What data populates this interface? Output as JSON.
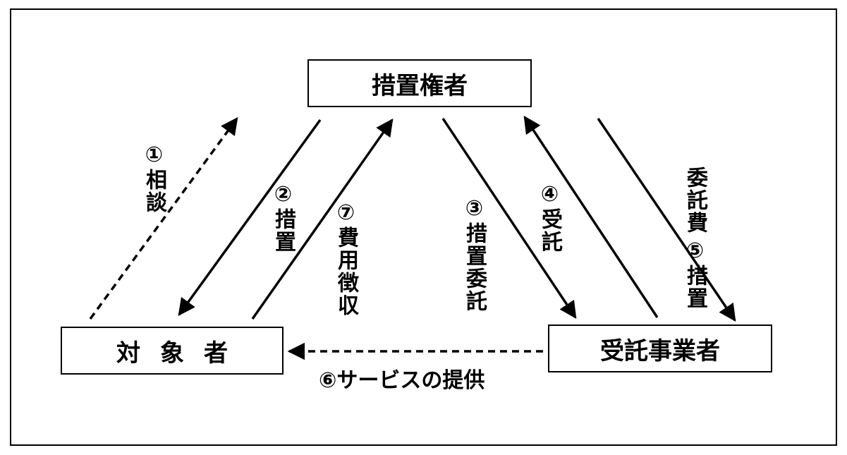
{
  "nodes": {
    "authority": "措置権者",
    "subject": "対象者",
    "contractor": "受託事業者"
  },
  "labels": {
    "l1": "①相談",
    "l2": "②措置",
    "l7": "⑦費用徴収",
    "l3": "③措置委託",
    "l4": "④受託",
    "l5_main": "⑤措置",
    "l5_sub": "委託費",
    "l6": "⑥サービスの提供"
  }
}
